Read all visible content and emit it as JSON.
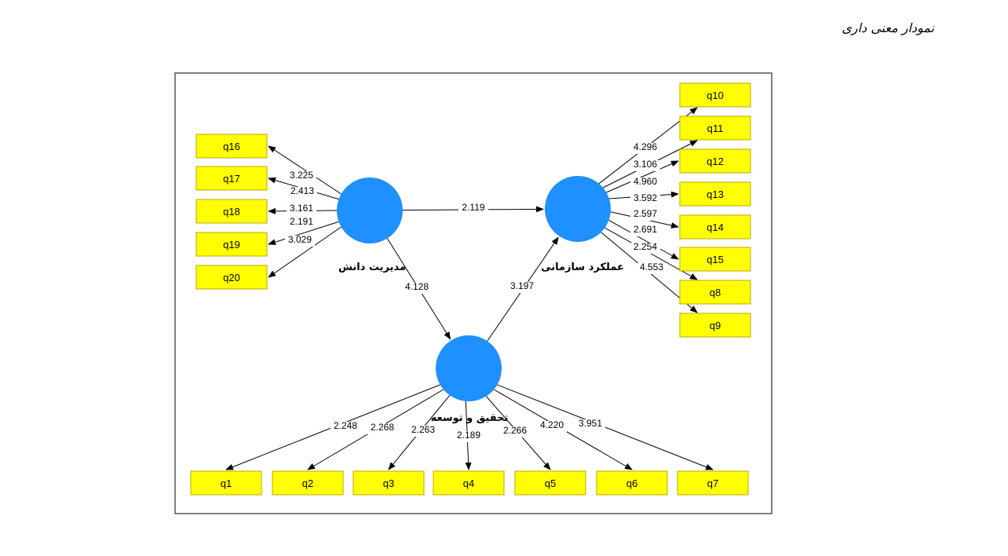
{
  "title": "نمودار معنی داری",
  "colors": {
    "indicator": "#ffff00",
    "indicator_border": "#b8a800",
    "latent": "#1e90ff",
    "line": "#000000",
    "frame": "#555555"
  },
  "latents": {
    "km": {
      "label": "مدیریت دانش"
    },
    "op": {
      "label": "عملکرد سازمانی"
    },
    "rd": {
      "label": "تحقیق و توسعه"
    }
  },
  "paths": [
    {
      "from": "km",
      "to": "op",
      "value": "2.119"
    },
    {
      "from": "km",
      "to": "rd",
      "value": "4.128"
    },
    {
      "from": "rd",
      "to": "op",
      "value": "3.197"
    }
  ],
  "indicators": {
    "km": [
      {
        "name": "q16",
        "value": "3.225"
      },
      {
        "name": "q17",
        "value": "2.413"
      },
      {
        "name": "q18",
        "value": "3.161"
      },
      {
        "name": "q19",
        "value": "2.191"
      },
      {
        "name": "q20",
        "value": "3.029"
      }
    ],
    "op": [
      {
        "name": "q10",
        "value": "4.296"
      },
      {
        "name": "q11",
        "value": "3.106"
      },
      {
        "name": "q12",
        "value": "4.960"
      },
      {
        "name": "q13",
        "value": "3.592"
      },
      {
        "name": "q14",
        "value": "2.597"
      },
      {
        "name": "q15",
        "value": "2.691"
      },
      {
        "name": "q8",
        "value": "2.254"
      },
      {
        "name": "q9",
        "value": "4.553"
      }
    ],
    "rd": [
      {
        "name": "q1",
        "value": "2.248"
      },
      {
        "name": "q2",
        "value": "2.268"
      },
      {
        "name": "q3",
        "value": "2.263"
      },
      {
        "name": "q4",
        "value": "2.189"
      },
      {
        "name": "q5",
        "value": "2.266"
      },
      {
        "name": "q6",
        "value": "4.220"
      },
      {
        "name": "q7",
        "value": "3.951"
      }
    ]
  }
}
